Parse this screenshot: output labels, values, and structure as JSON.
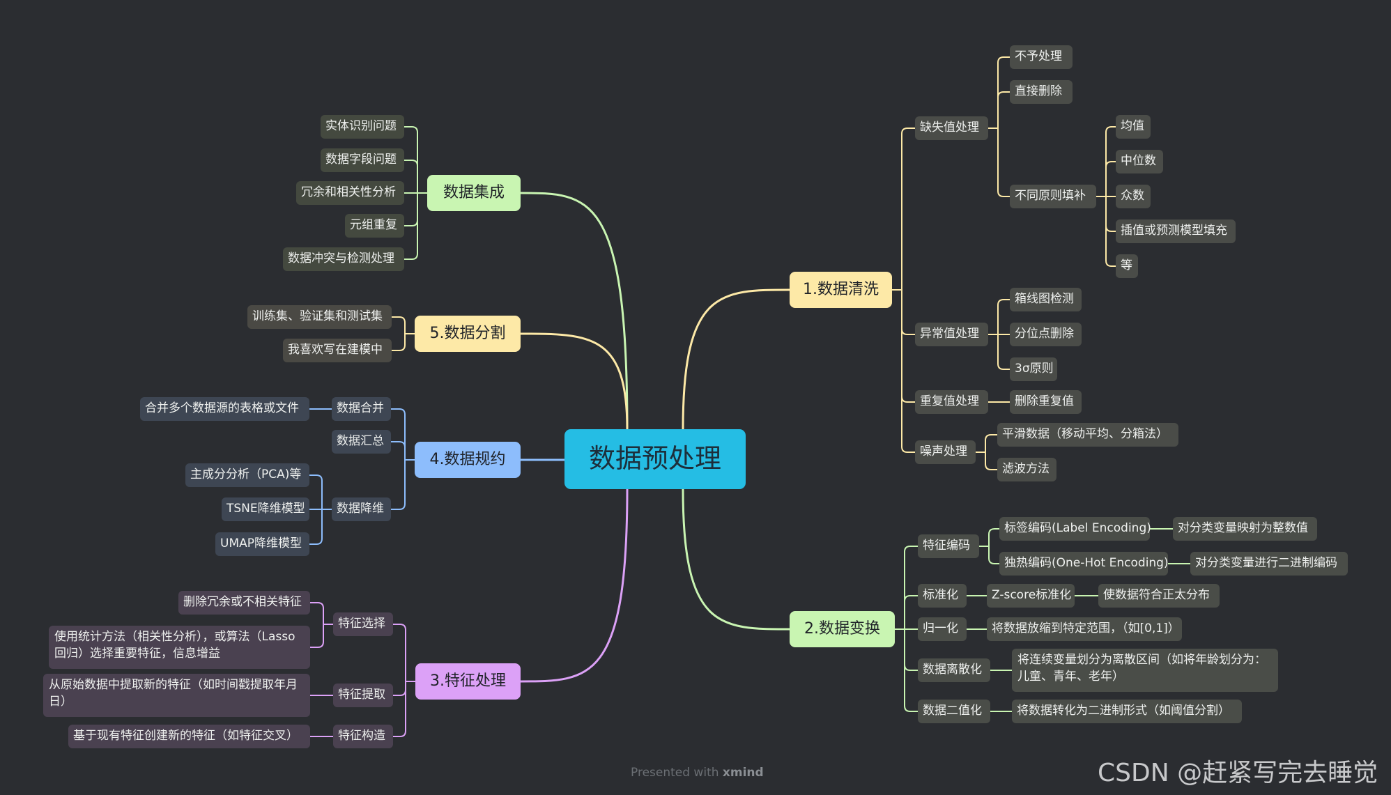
{
  "title": "数据预处理",
  "footer": {
    "prefix": "Presented with",
    "brand": "xmind"
  },
  "watermark": "CSDN @赶紧写完去睡觉",
  "colors": {
    "background": "#2b2d31",
    "root": "#25bde4",
    "cleaning": "#fde9a7",
    "transform": "#c9f5b2",
    "feature": "#dca1f7",
    "reduction": "#8dbdfc",
    "split": "#fde9a7",
    "integration": "#c9f5b2"
  },
  "branches": {
    "cleaning": {
      "label": "1.数据清洗",
      "missing": {
        "label": "缺失值处理",
        "none": "不予处理",
        "delete": "直接删除",
        "fill": {
          "label": "不同原则填补",
          "items": [
            "均值",
            "中位数",
            "众数",
            "插值或预测模型填充",
            "等"
          ]
        }
      },
      "outlier": {
        "label": "异常值处理",
        "items": [
          "箱线图检测",
          "分位点删除",
          "3σ原则"
        ]
      },
      "duplicate": {
        "label": "重复值处理",
        "item": "删除重复值"
      },
      "noise": {
        "label": "噪声处理",
        "items": [
          "平滑数据（移动平均、分箱法）",
          "滤波方法"
        ]
      }
    },
    "transform": {
      "label": "2.数据变换",
      "encoding": {
        "label": "特征编码",
        "label_enc": "标签编码(Label Encoding)",
        "label_enc_desc": "对分类变量映射为整数值",
        "onehot": "独热编码(One-Hot Encoding)",
        "onehot_desc": "对分类变量进行二进制编码"
      },
      "standardize": {
        "label": "标准化",
        "method": "Z-score标准化",
        "desc": "使数据符合正太分布"
      },
      "normalize": {
        "label": "归一化",
        "desc": "将数据放缩到特定范围，（如[0,1]）"
      },
      "discretize": {
        "label": "数据离散化",
        "desc": "将连续变量划分为离散区间（如将年龄划分为：儿童、青年、老年）"
      },
      "binarize": {
        "label": "数据二值化",
        "desc": "将数据转化为二进制形式（如阈值分割）"
      }
    },
    "feature": {
      "label": "3.特征处理",
      "selection": {
        "label": "特征选择",
        "items": [
          "删除冗余或不相关特征",
          "使用统计方法（相关性分析），或算法（Lasso回归）选择重要特征，信息增益"
        ]
      },
      "extraction": {
        "label": "特征提取",
        "item": "从原始数据中提取新的特征（如时间戳提取年月日）"
      },
      "construction": {
        "label": "特征构造",
        "item": "基于现有特征创建新的特征（如特征交叉）"
      }
    },
    "reduction": {
      "label": "4.数据规约",
      "merge": {
        "label": "数据合并",
        "item": "合并多个数据源的表格或文件"
      },
      "aggregate": {
        "label": "数据汇总"
      },
      "dimred": {
        "label": "数据降维",
        "items": [
          "主成分分析（PCA)等",
          "TSNE降维模型",
          "UMAP降维模型"
        ]
      }
    },
    "split": {
      "label": "5.数据分割",
      "items": [
        "训练集、验证集和测试集",
        "我喜欢写在建模中"
      ]
    },
    "integration": {
      "label": "数据集成",
      "items": [
        "实体识别问题",
        "数据字段问题",
        "冗余和相关性分析",
        "元组重复",
        "数据冲突与检测处理"
      ]
    }
  }
}
